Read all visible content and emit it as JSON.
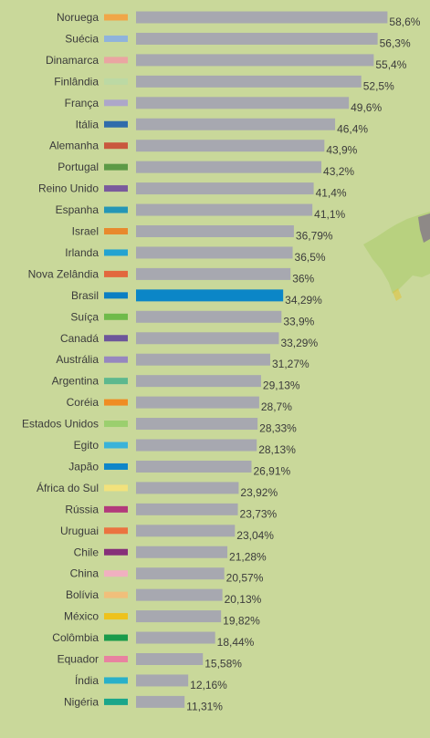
{
  "chart_data": {
    "type": "bar",
    "orientation": "horizontal",
    "highlight": "Brasil",
    "categories": [
      "Noruega",
      "Suécia",
      "Dinamarca",
      "Finlândia",
      "França",
      "Itália",
      "Alemanha",
      "Portugal",
      "Reino Unido",
      "Espanha",
      "Israel",
      "Irlanda",
      "Nova Zelândia",
      "Brasil",
      "Suíça",
      "Canadá",
      "Austrália",
      "Argentina",
      "Coréia",
      "Estados Unidos",
      "Egito",
      "Japão",
      "África do Sul",
      "Rússia",
      "Uruguai",
      "Chile",
      "China",
      "Bolívia",
      "México",
      "Colômbia",
      "Equador",
      "Índia",
      "Nigéria"
    ],
    "values": [
      58.6,
      56.3,
      55.4,
      52.5,
      49.6,
      46.4,
      43.9,
      43.2,
      41.4,
      41.1,
      36.79,
      36.5,
      36,
      34.29,
      33.9,
      33.29,
      31.27,
      29.13,
      28.7,
      28.33,
      28.13,
      26.91,
      23.92,
      23.73,
      23.04,
      21.28,
      20.57,
      20.13,
      19.82,
      18.44,
      15.58,
      12.16,
      11.31
    ],
    "labels": [
      "58,6%",
      "56,3%",
      "55,4%",
      "52,5%",
      "49,6%",
      "46,4%",
      "43,9%",
      "43,2%",
      "41,4%",
      "41,1%",
      "36,79%",
      "36,5%",
      "36%",
      "34,29%",
      "33,9%",
      "33,29%",
      "31,27%",
      "29,13%",
      "28,7%",
      "28,33%",
      "28,13%",
      "26,91%",
      "23,92%",
      "23,73%",
      "23,04%",
      "21,28%",
      "20,57%",
      "20,13%",
      "19,82%",
      "18,44%",
      "15,58%",
      "12,16%",
      "11,31%"
    ],
    "swatch_colors": [
      "#f0a648",
      "#8fb3dc",
      "#eaa5a2",
      "#bcd9a4",
      "#ada7c9",
      "#2f6cab",
      "#c9583e",
      "#5c9a46",
      "#7a5a9c",
      "#2596b6",
      "#e8892d",
      "#23a3d1",
      "#e2683e",
      "#0b7fc3",
      "#6fba4a",
      "#6d569a",
      "#9687bf",
      "#5db88e",
      "#ef8c23",
      "#9bcf6e",
      "#3ab3d9",
      "#0e86c9",
      "#f2e27c",
      "#b23a7b",
      "#eb7340",
      "#862f79",
      "#f0b0c0",
      "#f0bf7b",
      "#eec21b",
      "#1a9b4b",
      "#e882a0",
      "#29b0c9",
      "#1aa68a"
    ],
    "xlim": [
      0,
      60
    ],
    "grid": false,
    "legend": "none"
  }
}
